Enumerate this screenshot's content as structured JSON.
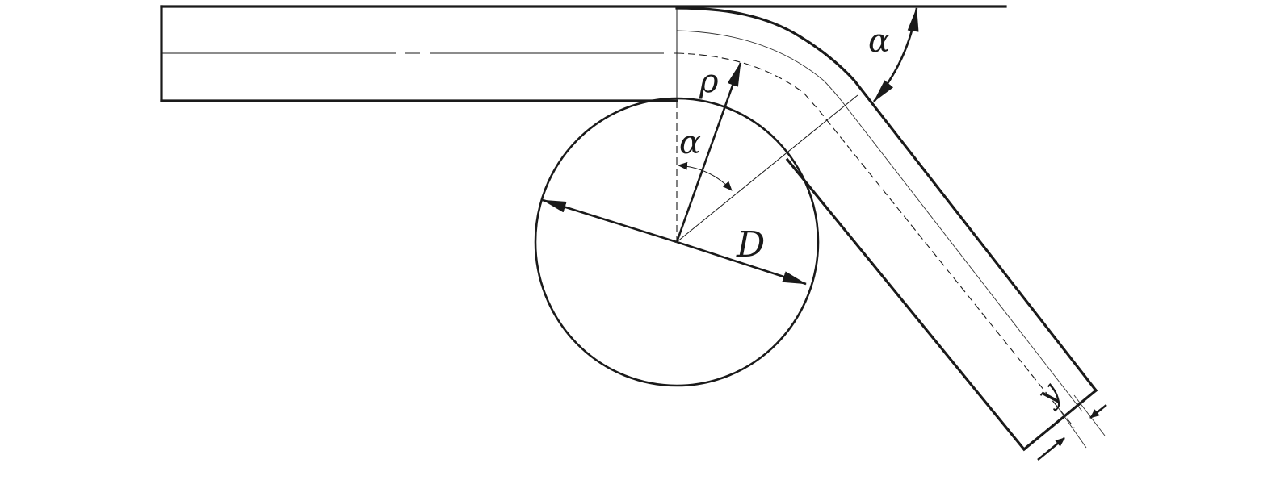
{
  "labels": {
    "alpha_outer": "α",
    "rho": "ρ",
    "alpha_inner": "α",
    "diameter": "D",
    "thickness": "y"
  }
}
